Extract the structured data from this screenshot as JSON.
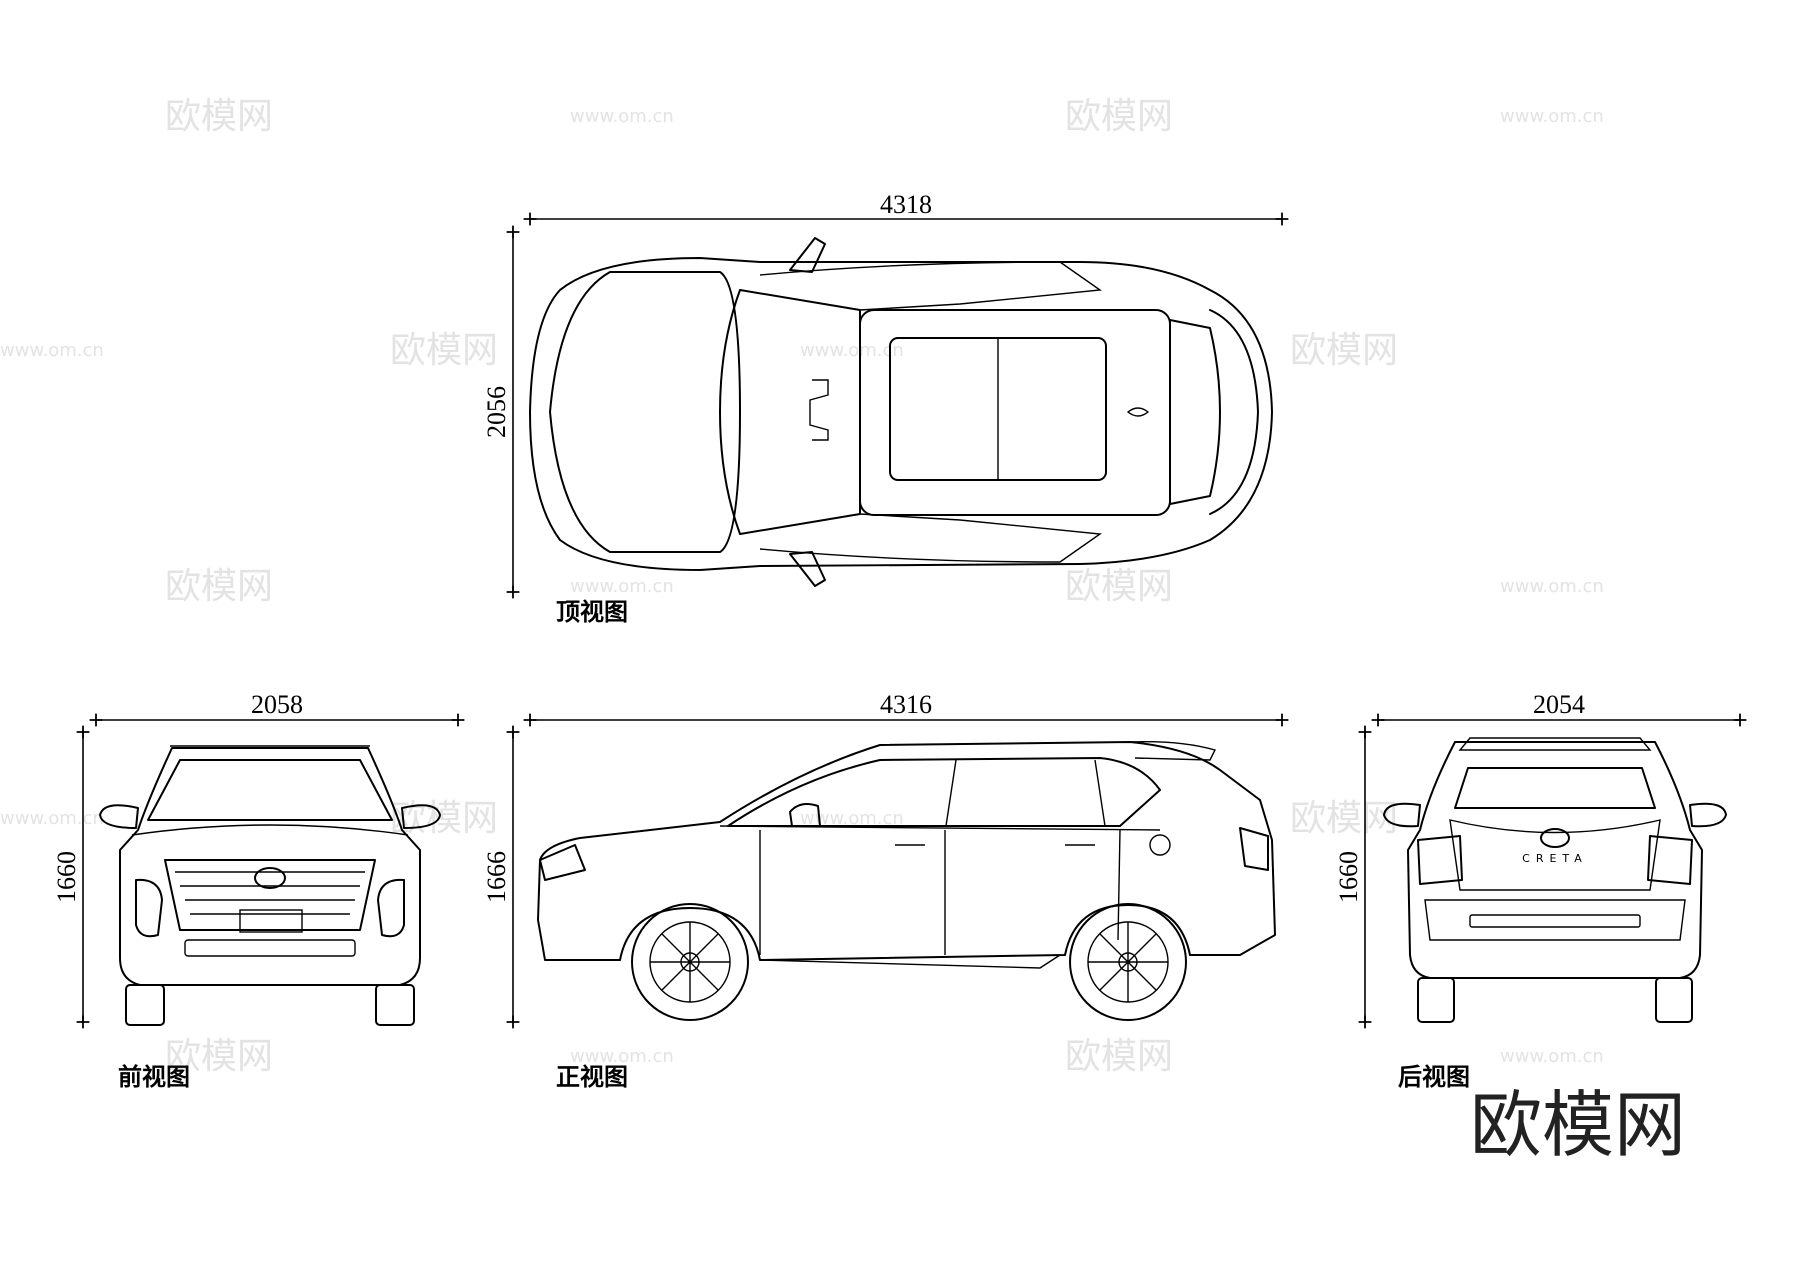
{
  "watermark": {
    "text": "欧模网",
    "url": "www.om.cn"
  },
  "brand_mark": "欧模网",
  "badge_text": "CRETA",
  "views": {
    "top": {
      "caption": "顶视图",
      "length": "4318",
      "width": "2056"
    },
    "front": {
      "caption": "前视图",
      "width": "2058",
      "height": "1660"
    },
    "side": {
      "caption": "正视图",
      "length": "4316",
      "height": "1666"
    },
    "rear": {
      "caption": "后视图",
      "width": "2054",
      "height": "1660"
    }
  },
  "colors": {
    "line": "#000000",
    "watermark": "#e3e3e3",
    "background": "#ffffff"
  }
}
